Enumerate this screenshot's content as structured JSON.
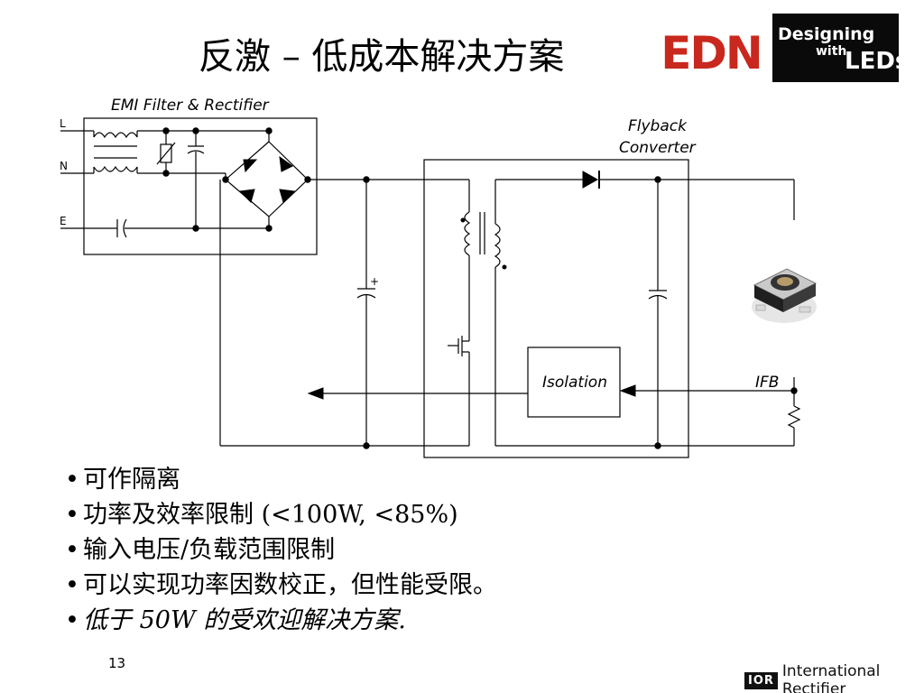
{
  "title": "反激 – 低成本解决方案",
  "logos": {
    "edn": "EDN",
    "designing_1": "Designing",
    "designing_2": "with",
    "designing_3": "LEDs"
  },
  "diagram": {
    "emi_label": "EMI Filter & Rectifier",
    "flyback_label_1": "Flyback",
    "flyback_label_2": "Converter",
    "line_L": "L",
    "line_N": "N",
    "line_E": "E",
    "isolation_label": "Isolation",
    "ifb_label": "IFB",
    "cap_plus": "+"
  },
  "bullets": [
    {
      "text": "可作隔离"
    },
    {
      "text": "功率及效率限制 (<100W, <85%)"
    },
    {
      "text": "输入电压/负载范围限制"
    },
    {
      "text": "可以实现功率因数校正，但性能受限。"
    },
    {
      "text": "低于 50W 的受欢迎解决方案."
    }
  ],
  "page_number": "13",
  "footer": {
    "ior": "IOR",
    "company": "International Rectifier"
  }
}
